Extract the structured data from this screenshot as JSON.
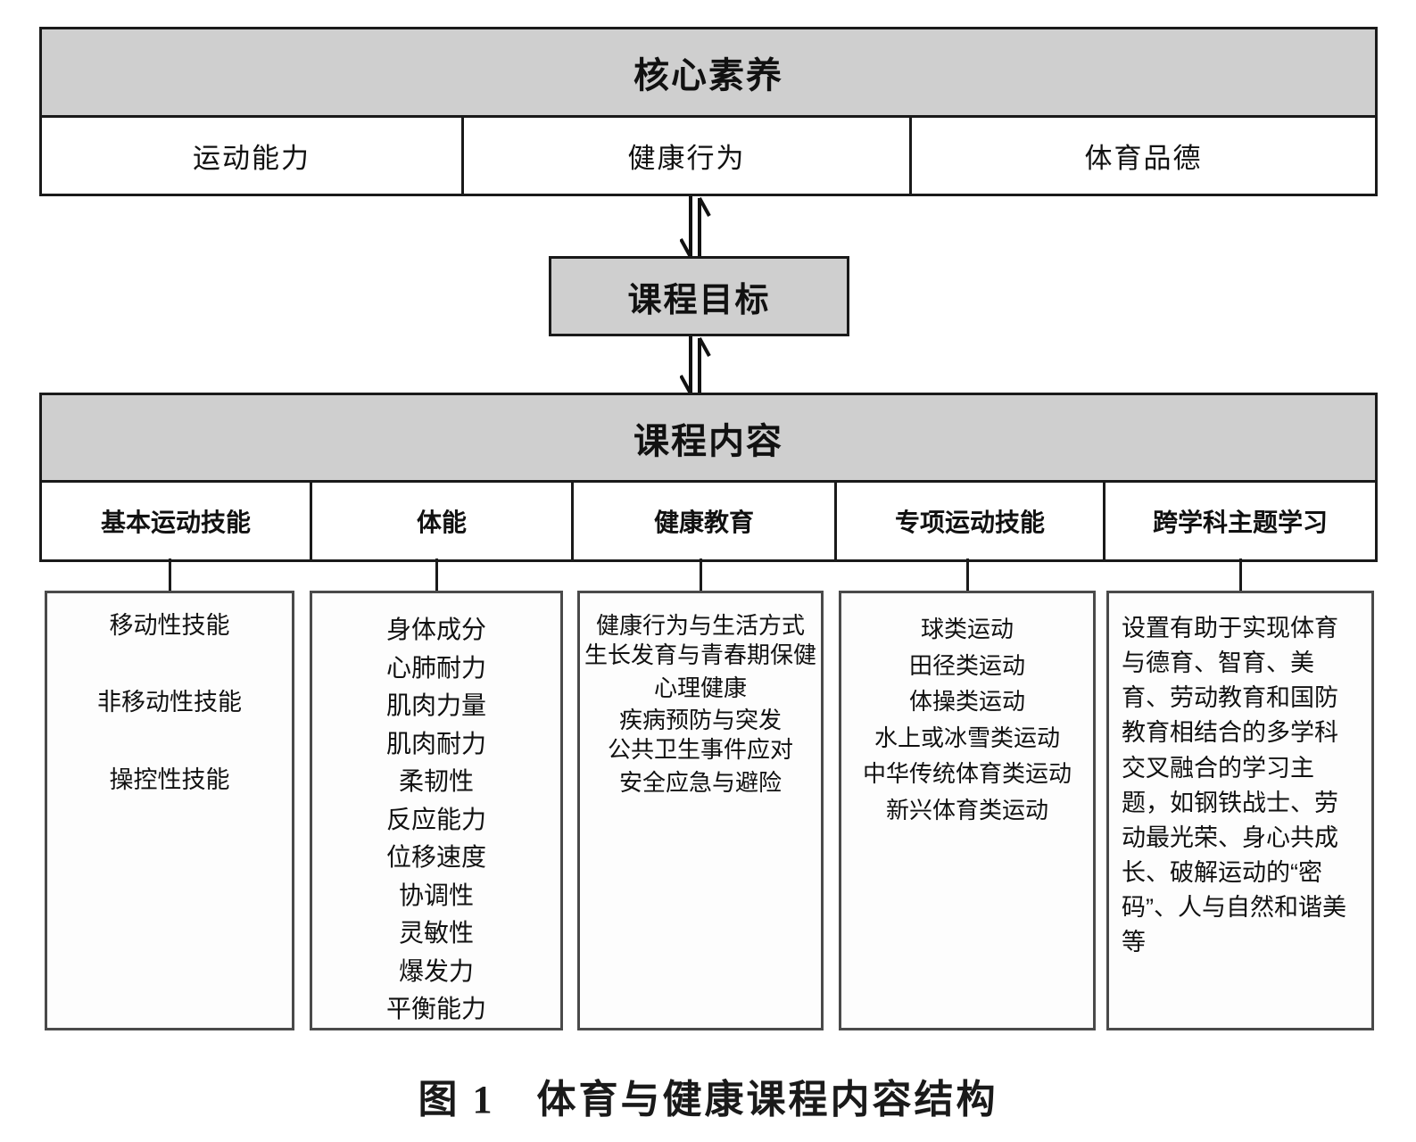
{
  "figure": {
    "caption": "图 1　体育与健康课程内容结构",
    "colors": {
      "header_fill": "#cfcfcf",
      "box_fill": "#ffffff",
      "border": "#1a1a1a",
      "leaf_border": "#4a4a4a",
      "text": "#111111"
    }
  },
  "core_competency": {
    "title": "核心素养",
    "items": [
      {
        "label": "运动能力"
      },
      {
        "label": "健康行为"
      },
      {
        "label": "体育品德"
      }
    ]
  },
  "course_goal": {
    "title": "课程目标"
  },
  "course_content": {
    "title": "课程内容",
    "columns": [
      {
        "header": "基本运动技能",
        "type": "list",
        "items": [
          "移动性技能",
          "非移动性技能",
          "操控性技能"
        ]
      },
      {
        "header": "体能",
        "type": "list",
        "items": [
          "身体成分",
          "心肺耐力",
          "肌肉力量",
          "肌肉耐力",
          "柔韧性",
          "反应能力",
          "位移速度",
          "协调性",
          "灵敏性",
          "爆发力",
          "平衡能力"
        ]
      },
      {
        "header": "健康教育",
        "type": "list",
        "items": [
          "健康行为与生活方式",
          "生长发育与青春期保健",
          "心理健康",
          "疾病预防与突发",
          "公共卫生事件应对",
          "安全应急与避险"
        ]
      },
      {
        "header": "专项运动技能",
        "type": "list",
        "items": [
          "球类运动",
          "田径类运动",
          "体操类运动",
          "水上或冰雪类运动",
          "中华传统体育类运动",
          "新兴体育类运动"
        ]
      },
      {
        "header": "跨学科主题学习",
        "type": "paragraph",
        "paragraph": "设置有助于实现体育与德育、智育、美育、劳动教育和国防教育相结合的多学科交叉融合的学习主题，如钢铁战士、劳动最光荣、身心共成长、破解运动的“密码”、人与自然和谐美等"
      }
    ]
  },
  "connectors": [
    {
      "name": "core-to-goal",
      "style": "double-headed-vertical"
    },
    {
      "name": "goal-to-content",
      "style": "double-headed-vertical"
    }
  ]
}
